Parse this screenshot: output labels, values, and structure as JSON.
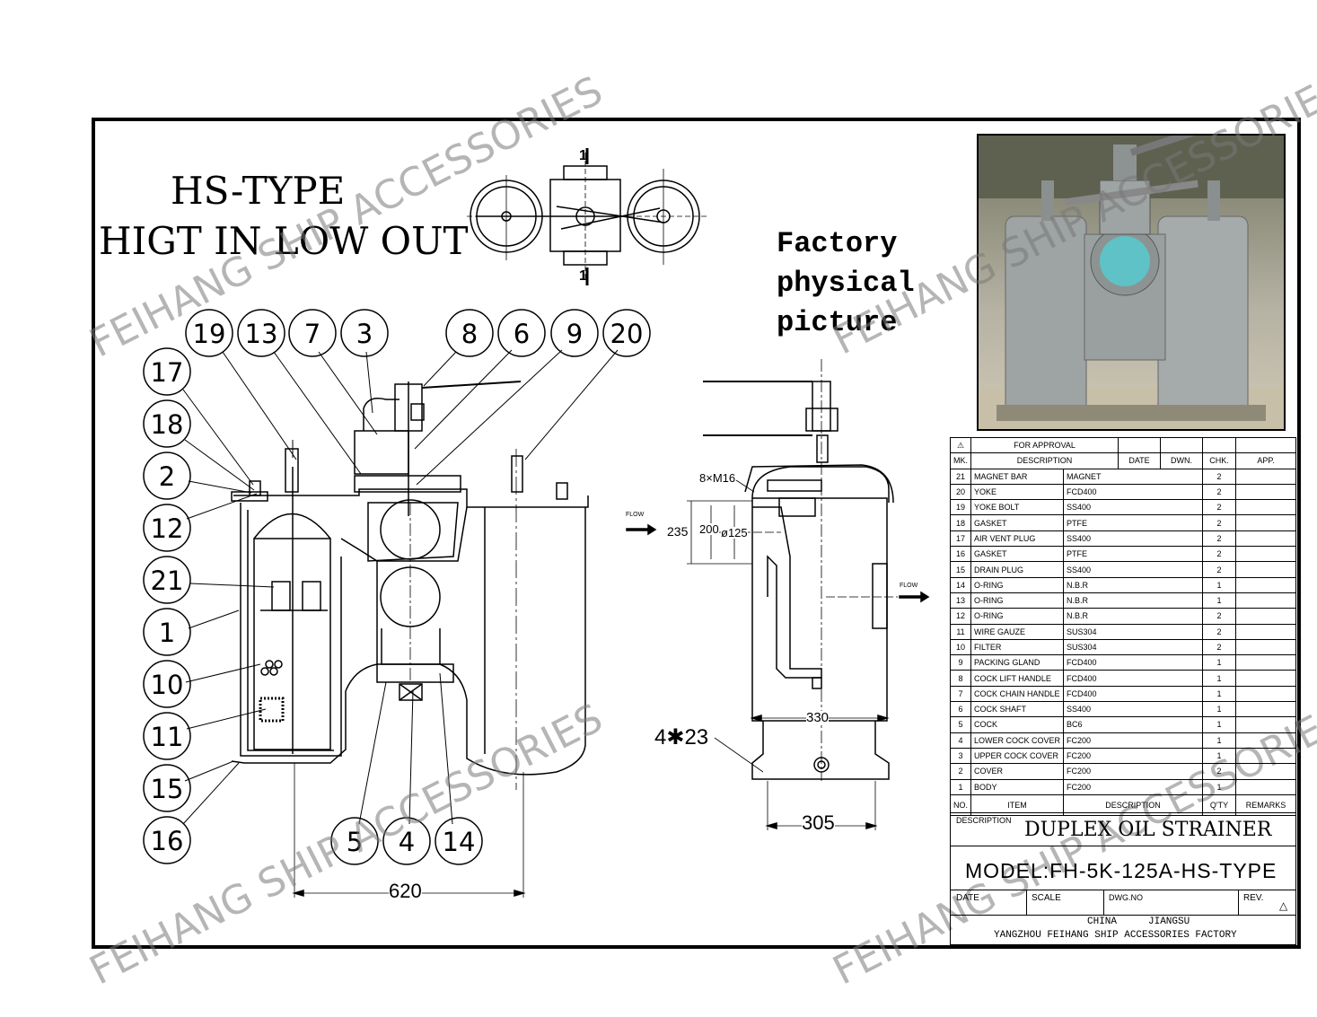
{
  "title": {
    "line1": "HS-TYPE",
    "line2": "HIGT IN LOW OUT"
  },
  "photo_caption": "Factory\nphysical\npicture",
  "watermark": "FEIHANG SHIP ACCESSORIES",
  "balloons_left": [
    "17",
    "18",
    "2",
    "12",
    "21",
    "1",
    "10",
    "11",
    "15",
    "16"
  ],
  "balloons_top": [
    "19",
    "13",
    "7",
    "3",
    "8",
    "6",
    "9",
    "20"
  ],
  "balloons_bottom": [
    "5",
    "4",
    "14"
  ],
  "dims": {
    "width_620": "620",
    "width_330": "330",
    "width_305": "305",
    "h235": "235",
    "h200": "200",
    "dia": "ø125",
    "bolts": "8×M16",
    "holes": "4✱23",
    "flow": "FLOW",
    "section_mark": "1"
  },
  "revision": {
    "approval": "FOR APPROVAL",
    "mk": "MK.",
    "description": "DESCRIPTION",
    "date": "DATE",
    "dwn": "DWN.",
    "chk": "CHK.",
    "app": "APP."
  },
  "parts": [
    {
      "no": "21",
      "item": "MAGNET BAR",
      "desc": "MAGNET",
      "qty": "2"
    },
    {
      "no": "20",
      "item": "YOKE",
      "desc": "FCD400",
      "qty": "2"
    },
    {
      "no": "19",
      "item": "YOKE BOLT",
      "desc": "SS400",
      "qty": "2"
    },
    {
      "no": "18",
      "item": "GASKET",
      "desc": "PTFE",
      "qty": "2"
    },
    {
      "no": "17",
      "item": "AIR VENT PLUG",
      "desc": "SS400",
      "qty": "2"
    },
    {
      "no": "16",
      "item": "GASKET",
      "desc": "PTFE",
      "qty": "2"
    },
    {
      "no": "15",
      "item": "DRAIN PLUG",
      "desc": "SS400",
      "qty": "2"
    },
    {
      "no": "14",
      "item": "O-RING",
      "desc": "N.B.R",
      "qty": "1"
    },
    {
      "no": "13",
      "item": "O-RING",
      "desc": "N.B.R",
      "qty": "1"
    },
    {
      "no": "12",
      "item": "O-RING",
      "desc": "N.B.R",
      "qty": "2"
    },
    {
      "no": "11",
      "item": "WIRE GAUZE",
      "desc": "SUS304",
      "qty": "2"
    },
    {
      "no": "10",
      "item": "FILTER",
      "desc": "SUS304",
      "qty": "2"
    },
    {
      "no": "9",
      "item": "PACKING GLAND",
      "desc": "FCD400",
      "qty": "1"
    },
    {
      "no": "8",
      "item": "COCK LIFT HANDLE",
      "desc": "FCD400",
      "qty": "1"
    },
    {
      "no": "7",
      "item": "COCK CHAIN HANDLE",
      "desc": "FCD400",
      "qty": "1"
    },
    {
      "no": "6",
      "item": "COCK SHAFT",
      "desc": "SS400",
      "qty": "1"
    },
    {
      "no": "5",
      "item": "COCK",
      "desc": "BC6",
      "qty": "1"
    },
    {
      "no": "4",
      "item": "LOWER COCK COVER",
      "desc": "FC200",
      "qty": "1"
    },
    {
      "no": "3",
      "item": "UPPER COCK COVER",
      "desc": "FC200",
      "qty": "1"
    },
    {
      "no": "2",
      "item": "COVER",
      "desc": "FC200",
      "qty": "2"
    },
    {
      "no": "1",
      "item": "BODY",
      "desc": "FC200",
      "qty": "1"
    }
  ],
  "parts_header": {
    "no": "NO.",
    "item": "ITEM",
    "desc": "DESCRIPTION",
    "qty": "Q'TY",
    "remarks": "REMARKS"
  },
  "titleblock": {
    "desc_label": "DESCRIPTION",
    "desc_value": "DUPLEX OIL STRAINER",
    "model": "MODEL:FH-5K-125A-HS-TYPE",
    "date": "DATE",
    "scale": "SCALE",
    "dwgno": "DWG.NO",
    "rev": "REV.",
    "country": "CHINA",
    "province": "JIANGSU",
    "company": "YANGZHOU FEIHANG SHIP ACCESSORIES FACTORY"
  }
}
